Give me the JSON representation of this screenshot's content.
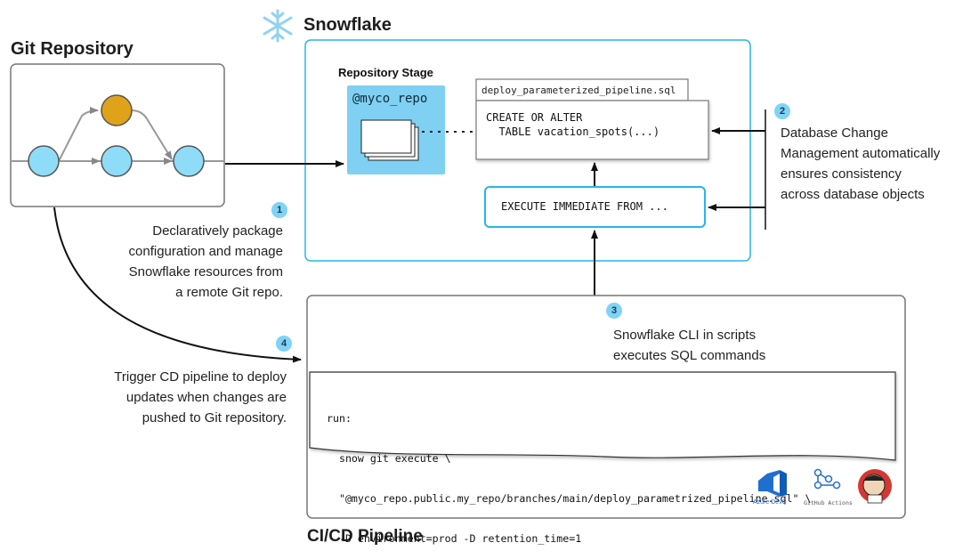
{
  "git": {
    "title": "Git Repository"
  },
  "snowflake": {
    "title": "Snowflake",
    "stage_label": "Repository Stage",
    "stage_name": "@myco_repo",
    "file_tab": "deploy_parameterized_pipeline.sql",
    "sql_line1": "CREATE OR ALTER",
    "sql_line2": "  TABLE vacation_spots(...)",
    "execute_text": "EXECUTE IMMEDIATE FROM ..."
  },
  "steps": [
    {
      "number": "1",
      "lines": [
        "Declaratively package",
        "configuration and manage",
        "Snowflake resources from",
        "a remote Git repo."
      ]
    },
    {
      "number": "2",
      "lines": [
        "Database Change",
        "Management automatically",
        "ensures consistency",
        "across database objects"
      ]
    },
    {
      "number": "3",
      "lines": [
        "Snowflake CLI in scripts",
        "executes SQL commands"
      ]
    },
    {
      "number": "4",
      "lines": [
        "Trigger CD pipeline to deploy",
        "updates when changes are",
        "pushed to Git repository."
      ]
    }
  ],
  "pipeline": {
    "title": "CI/CD Pipeline",
    "code": [
      "run:",
      "  snow git execute \\",
      "  \"@myco_repo.public.my_repo/branches/main/deploy_parametrized_pipeline.sql\" \\",
      "  -D environment=prod -D retention_time=1"
    ],
    "logos": {
      "azure": "Azure DevC",
      "github": "GitHub Actions"
    }
  },
  "colors": {
    "snowflake_blue": "#29b5e8",
    "stage_fill": "#7fd0f2",
    "node_fill": "#8fdcf8",
    "node_orange": "#e0a21a",
    "badge": "#7fd3f7",
    "outline": "#7a7a7a"
  }
}
